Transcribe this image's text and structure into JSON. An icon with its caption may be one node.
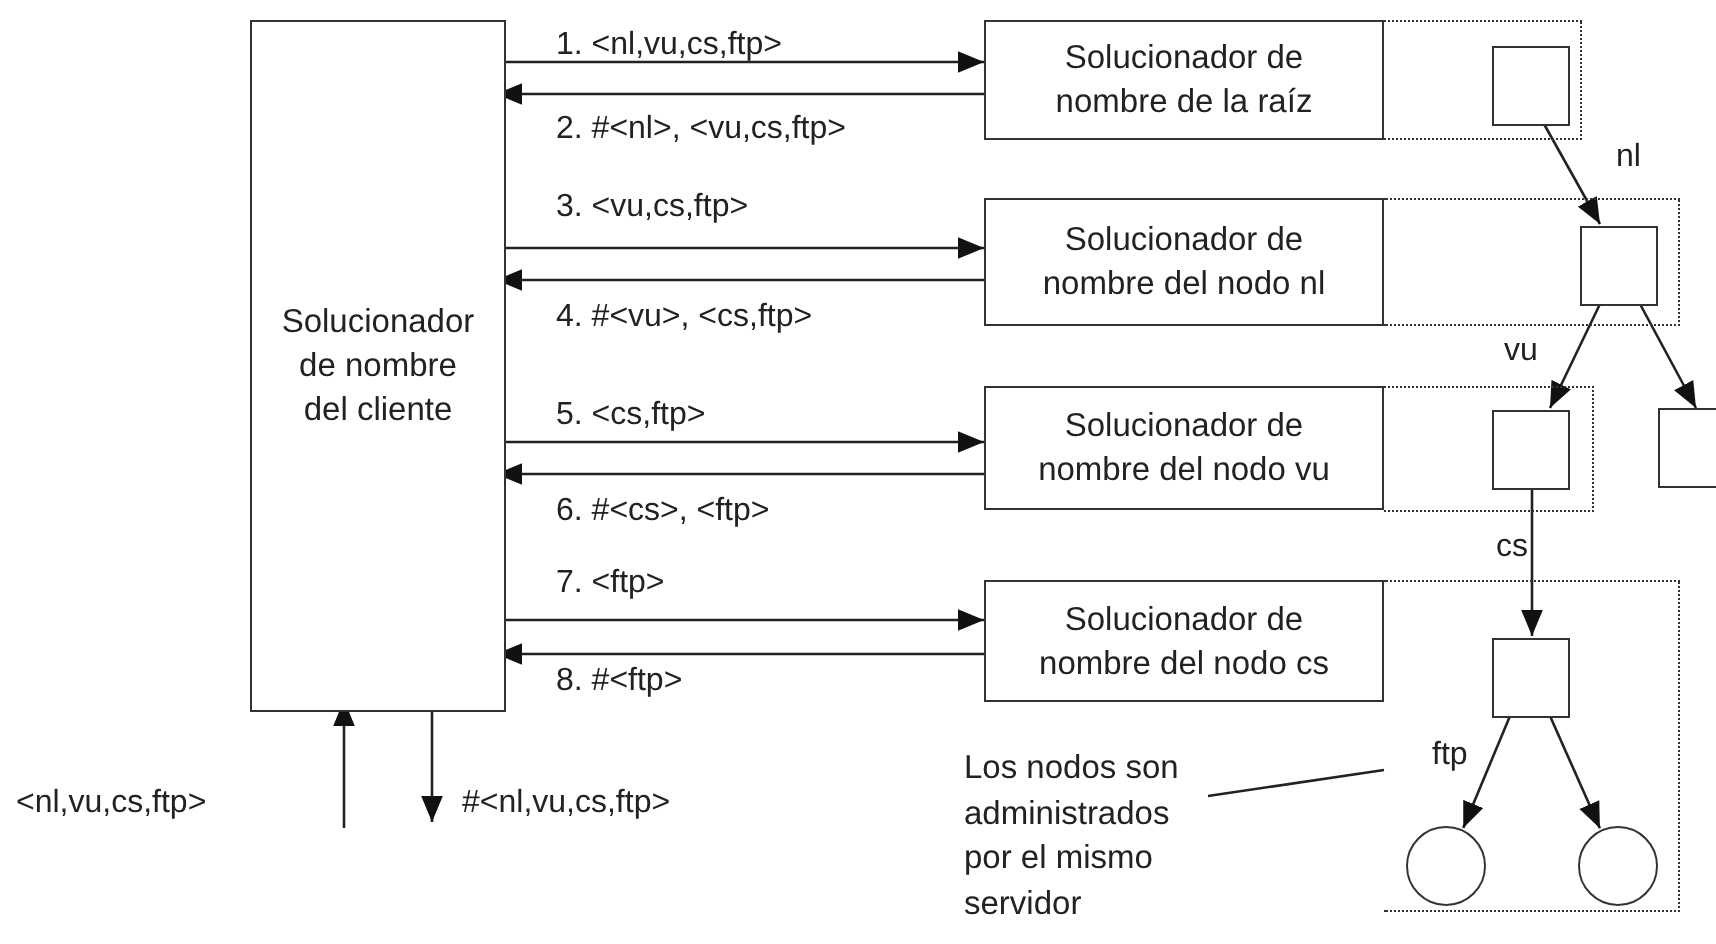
{
  "diagram": {
    "nodes": [
      {
        "text": [
          "Solucionador de nombre del cliente"
        ]
      },
      {
        "text": [
          "Solucionador de nombre de la raíz"
        ]
      },
      {
        "text": [],
        "shape": "box"
      },
      {
        "text": [],
        "shape": "box",
        "in": 2
      },
      {
        "text": [
          "Solucionador de nombre del nodo nl"
        ]
      },
      {
        "text": [],
        "shape": "box"
      },
      {
        "text": [],
        "shape": "box",
        "in": 5
      },
      {
        "text": [
          "Solucionador de nombre del nodo vu"
        ]
      },
      {
        "text": [],
        "shape": "box"
      },
      {
        "text": [],
        "shape": "box",
        "in": 8
      },
      {
        "text": [],
        "shape": "box"
      },
      {
        "text": [
          "Solucionador de nombre del nodo cs"
        ]
      },
      {
        "text": [],
        "shape": "box"
      },
      {
        "text": [],
        "shape": "box",
        "in": 12
      },
      {
        "text": [],
        "shape": "circle",
        "in": 12
      },
      {
        "text": [],
        "shape": "circle",
        "in": 12
      },
      {
        "text": [
          "Los nodos son administrados por el mismo servidor"
        ]
      }
    ],
    "edges": [
      {
        "from": 0,
        "to": 1,
        "arrow": "to",
        "label": "1. <nl,vu,cs,ftp>"
      },
      {
        "from": 1,
        "to": 0,
        "arrow": "to",
        "label": "2. #<nl>, <vu,cs,ftp>"
      },
      {
        "from": 0,
        "to": 4,
        "arrow": "to",
        "label": "3. <vu,cs,ftp>"
      },
      {
        "from": 4,
        "to": 0,
        "arrow": "to",
        "label": "4. #<vu>, <cs,ftp>"
      },
      {
        "from": 0,
        "to": 7,
        "arrow": "to",
        "label": "5. <cs,ftp>"
      },
      {
        "from": 7,
        "to": 0,
        "arrow": "to",
        "label": "6. #<cs>, <ftp>"
      },
      {
        "from": 0,
        "to": 11,
        "arrow": "to",
        "label": "7. <ftp>"
      },
      {
        "from": 11,
        "to": 0,
        "arrow": "to",
        "label": "8. #<ftp>"
      },
      {
        "from": 3,
        "to": 6,
        "arrow": "to",
        "label": "nl"
      },
      {
        "from": 6,
        "to": 9,
        "arrow": "to",
        "label": "vu"
      },
      {
        "from": 6,
        "to": 10,
        "arrow": "to"
      },
      {
        "from": 9,
        "to": 13,
        "arrow": "to",
        "label": "cs"
      },
      {
        "from": 13,
        "to": 14,
        "arrow": "to",
        "label": "ftp"
      },
      {
        "from": 13,
        "to": 15,
        "arrow": "to"
      },
      {
        "from": null,
        "to": 0,
        "arrow": "to",
        "label": "<nl,vu,cs,ftp>"
      },
      {
        "from": 0,
        "to": null,
        "arrow": "to",
        "label": "#<nl,vu,cs,ftp>"
      },
      {
        "from": 16,
        "to": 12,
        "arrow": "none"
      }
    ]
  }
}
